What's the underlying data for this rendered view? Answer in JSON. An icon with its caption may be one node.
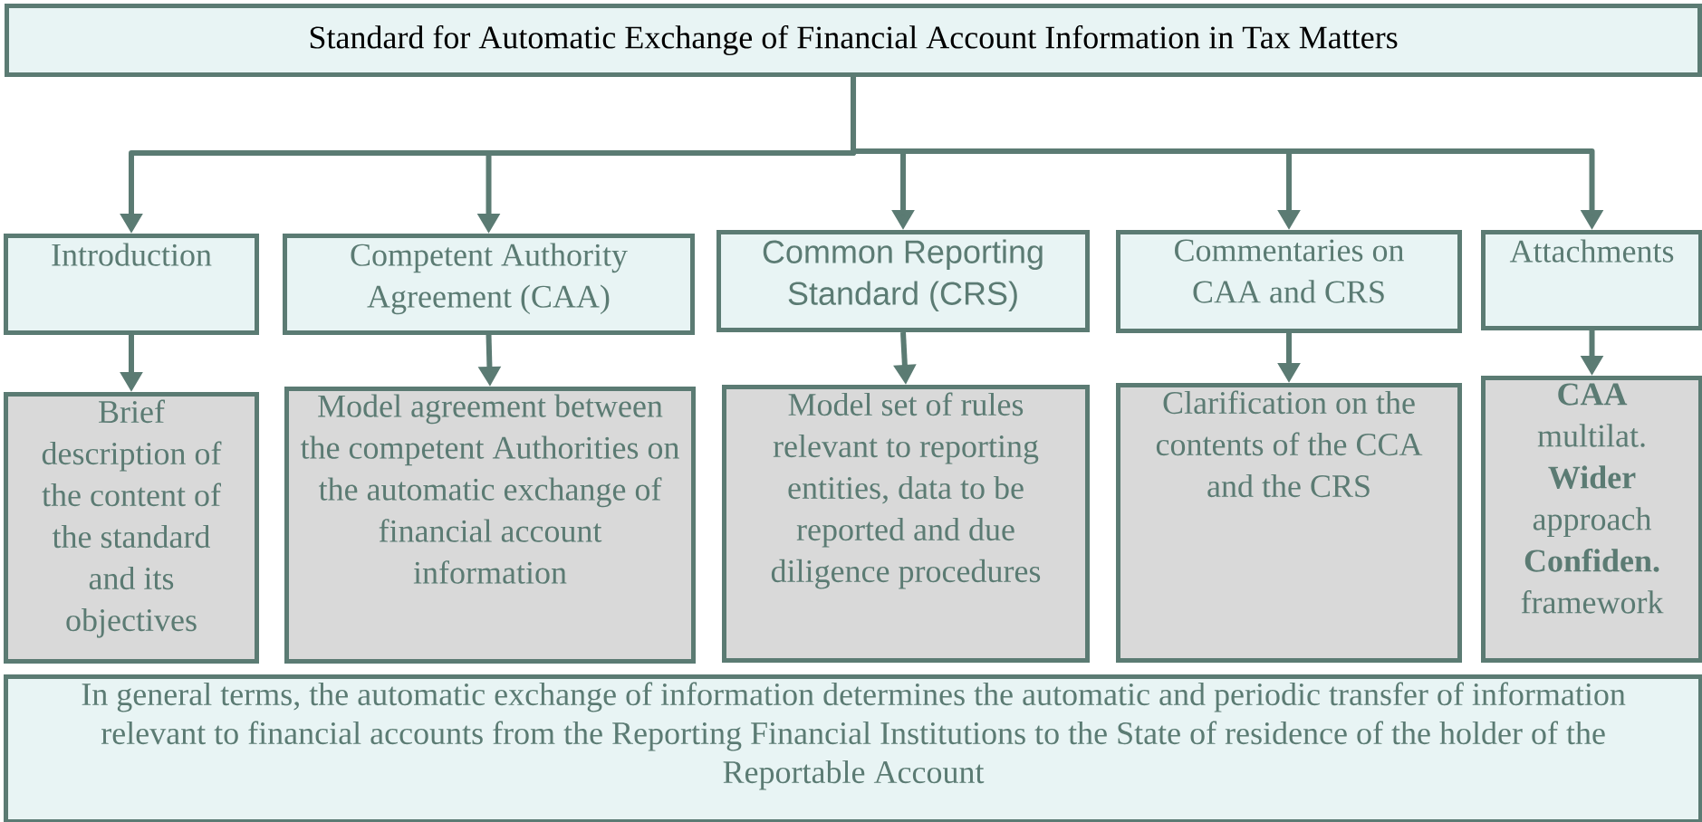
{
  "diagram": {
    "nodes": [
      {
        "text": [
          "Standard for Automatic Exchange of Financial Account Information in Tax Matters"
        ]
      },
      {
        "text": [
          "Introduction"
        ]
      },
      {
        "text": [
          "Competent Authority Agreement (CAA)"
        ]
      },
      {
        "text": [
          "Common Reporting Standard (CRS)"
        ]
      },
      {
        "text": [
          "Commentaries on CAA and CRS"
        ]
      },
      {
        "text": [
          "Attachments"
        ]
      },
      {
        "text": [
          "Brief description of the content of the standard and its objectives"
        ]
      },
      {
        "text": [
          "Model agreement between the competent Authorities on the automatic exchange of financial account information"
        ]
      },
      {
        "text": [
          "Model set of rules relevant to reporting entities, data to be reported and due diligence procedures"
        ]
      },
      {
        "text": [
          "Clarification on the contents of the CCA and the CRS"
        ]
      },
      {
        "text": [
          "**CAA** multilat. **Wider** approach **Confiden.** framework"
        ]
      },
      {
        "text": [
          "In general terms, the automatic exchange of information determines the automatic and periodic transfer of information relevant to financial accounts from the Reporting Financial Institutions to the State of residence of the holder of the Reportable Account"
        ]
      }
    ],
    "edges": [
      {
        "from": 0,
        "to": 1,
        "arrow": "to"
      },
      {
        "from": 0,
        "to": 2,
        "arrow": "to"
      },
      {
        "from": 0,
        "to": 3,
        "arrow": "to"
      },
      {
        "from": 0,
        "to": 4,
        "arrow": "to"
      },
      {
        "from": 0,
        "to": 5,
        "arrow": "to"
      },
      {
        "from": 1,
        "to": 6,
        "arrow": "to"
      },
      {
        "from": 2,
        "to": 7,
        "arrow": "to"
      },
      {
        "from": 3,
        "to": 8,
        "arrow": "to"
      },
      {
        "from": 4,
        "to": 9,
        "arrow": "to"
      },
      {
        "from": 5,
        "to": 10,
        "arrow": "to"
      }
    ]
  }
}
